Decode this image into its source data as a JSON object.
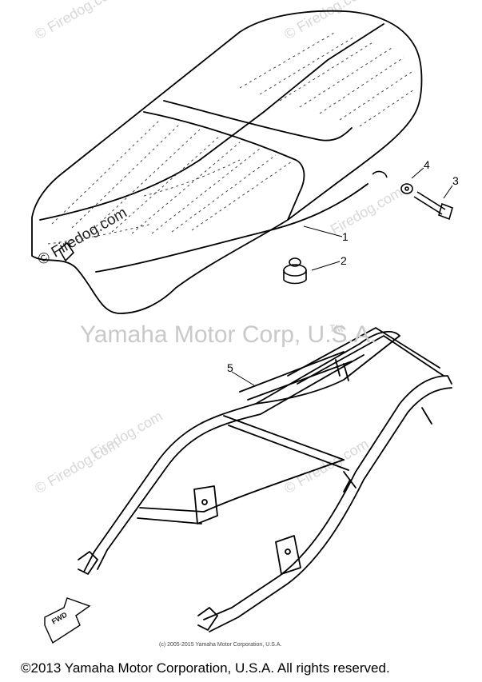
{
  "watermarks": {
    "site": "© Firedog.com",
    "site_bold": "Firedog.com",
    "main": "Yamaha Motor Corp, U.S.A.",
    "tm": "TM"
  },
  "callouts": [
    "1",
    "2",
    "3",
    "4",
    "5"
  ],
  "fwd_label": "FWD",
  "copyright_small": "(c) 2005-2015 Yamaha Motor Corporation, U.S.A.",
  "copyright_main": "©2013 Yamaha Motor Corporation, U.S.A. All rights reserved."
}
